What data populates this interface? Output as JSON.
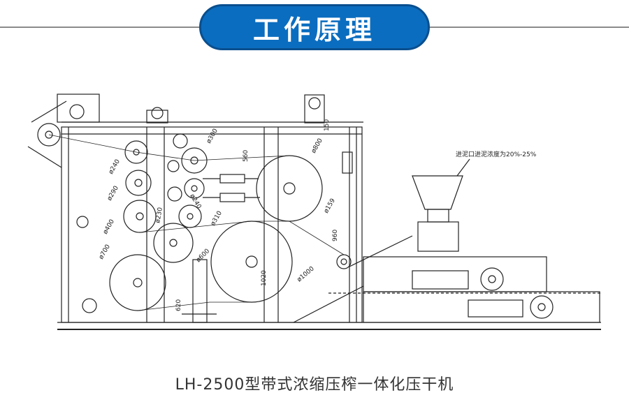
{
  "header": {
    "title": "工作原理"
  },
  "annotations": {
    "inlet_note": "进泥口进泥浓度为20%-25%",
    "dims": {
      "d300": "ø300",
      "d240a": "ø240",
      "d290": "ø290",
      "d400": "ø400",
      "d700": "ø700",
      "d240b": "ø240",
      "d230": "ø230",
      "d310": "ø310",
      "d600": "ø600",
      "d800": "ø800",
      "d159": "ø159",
      "d1000": "ø1000",
      "h150": "150",
      "h560": "560",
      "h1020": "1020",
      "h620": "620",
      "h960": "960"
    }
  },
  "caption": {
    "text": "LH-2500型带式浓缩压榨一体化压干机"
  },
  "colors": {
    "banner_bg": "#0b6dbf",
    "banner_border": "#0a4f8f",
    "line": "#222222"
  }
}
